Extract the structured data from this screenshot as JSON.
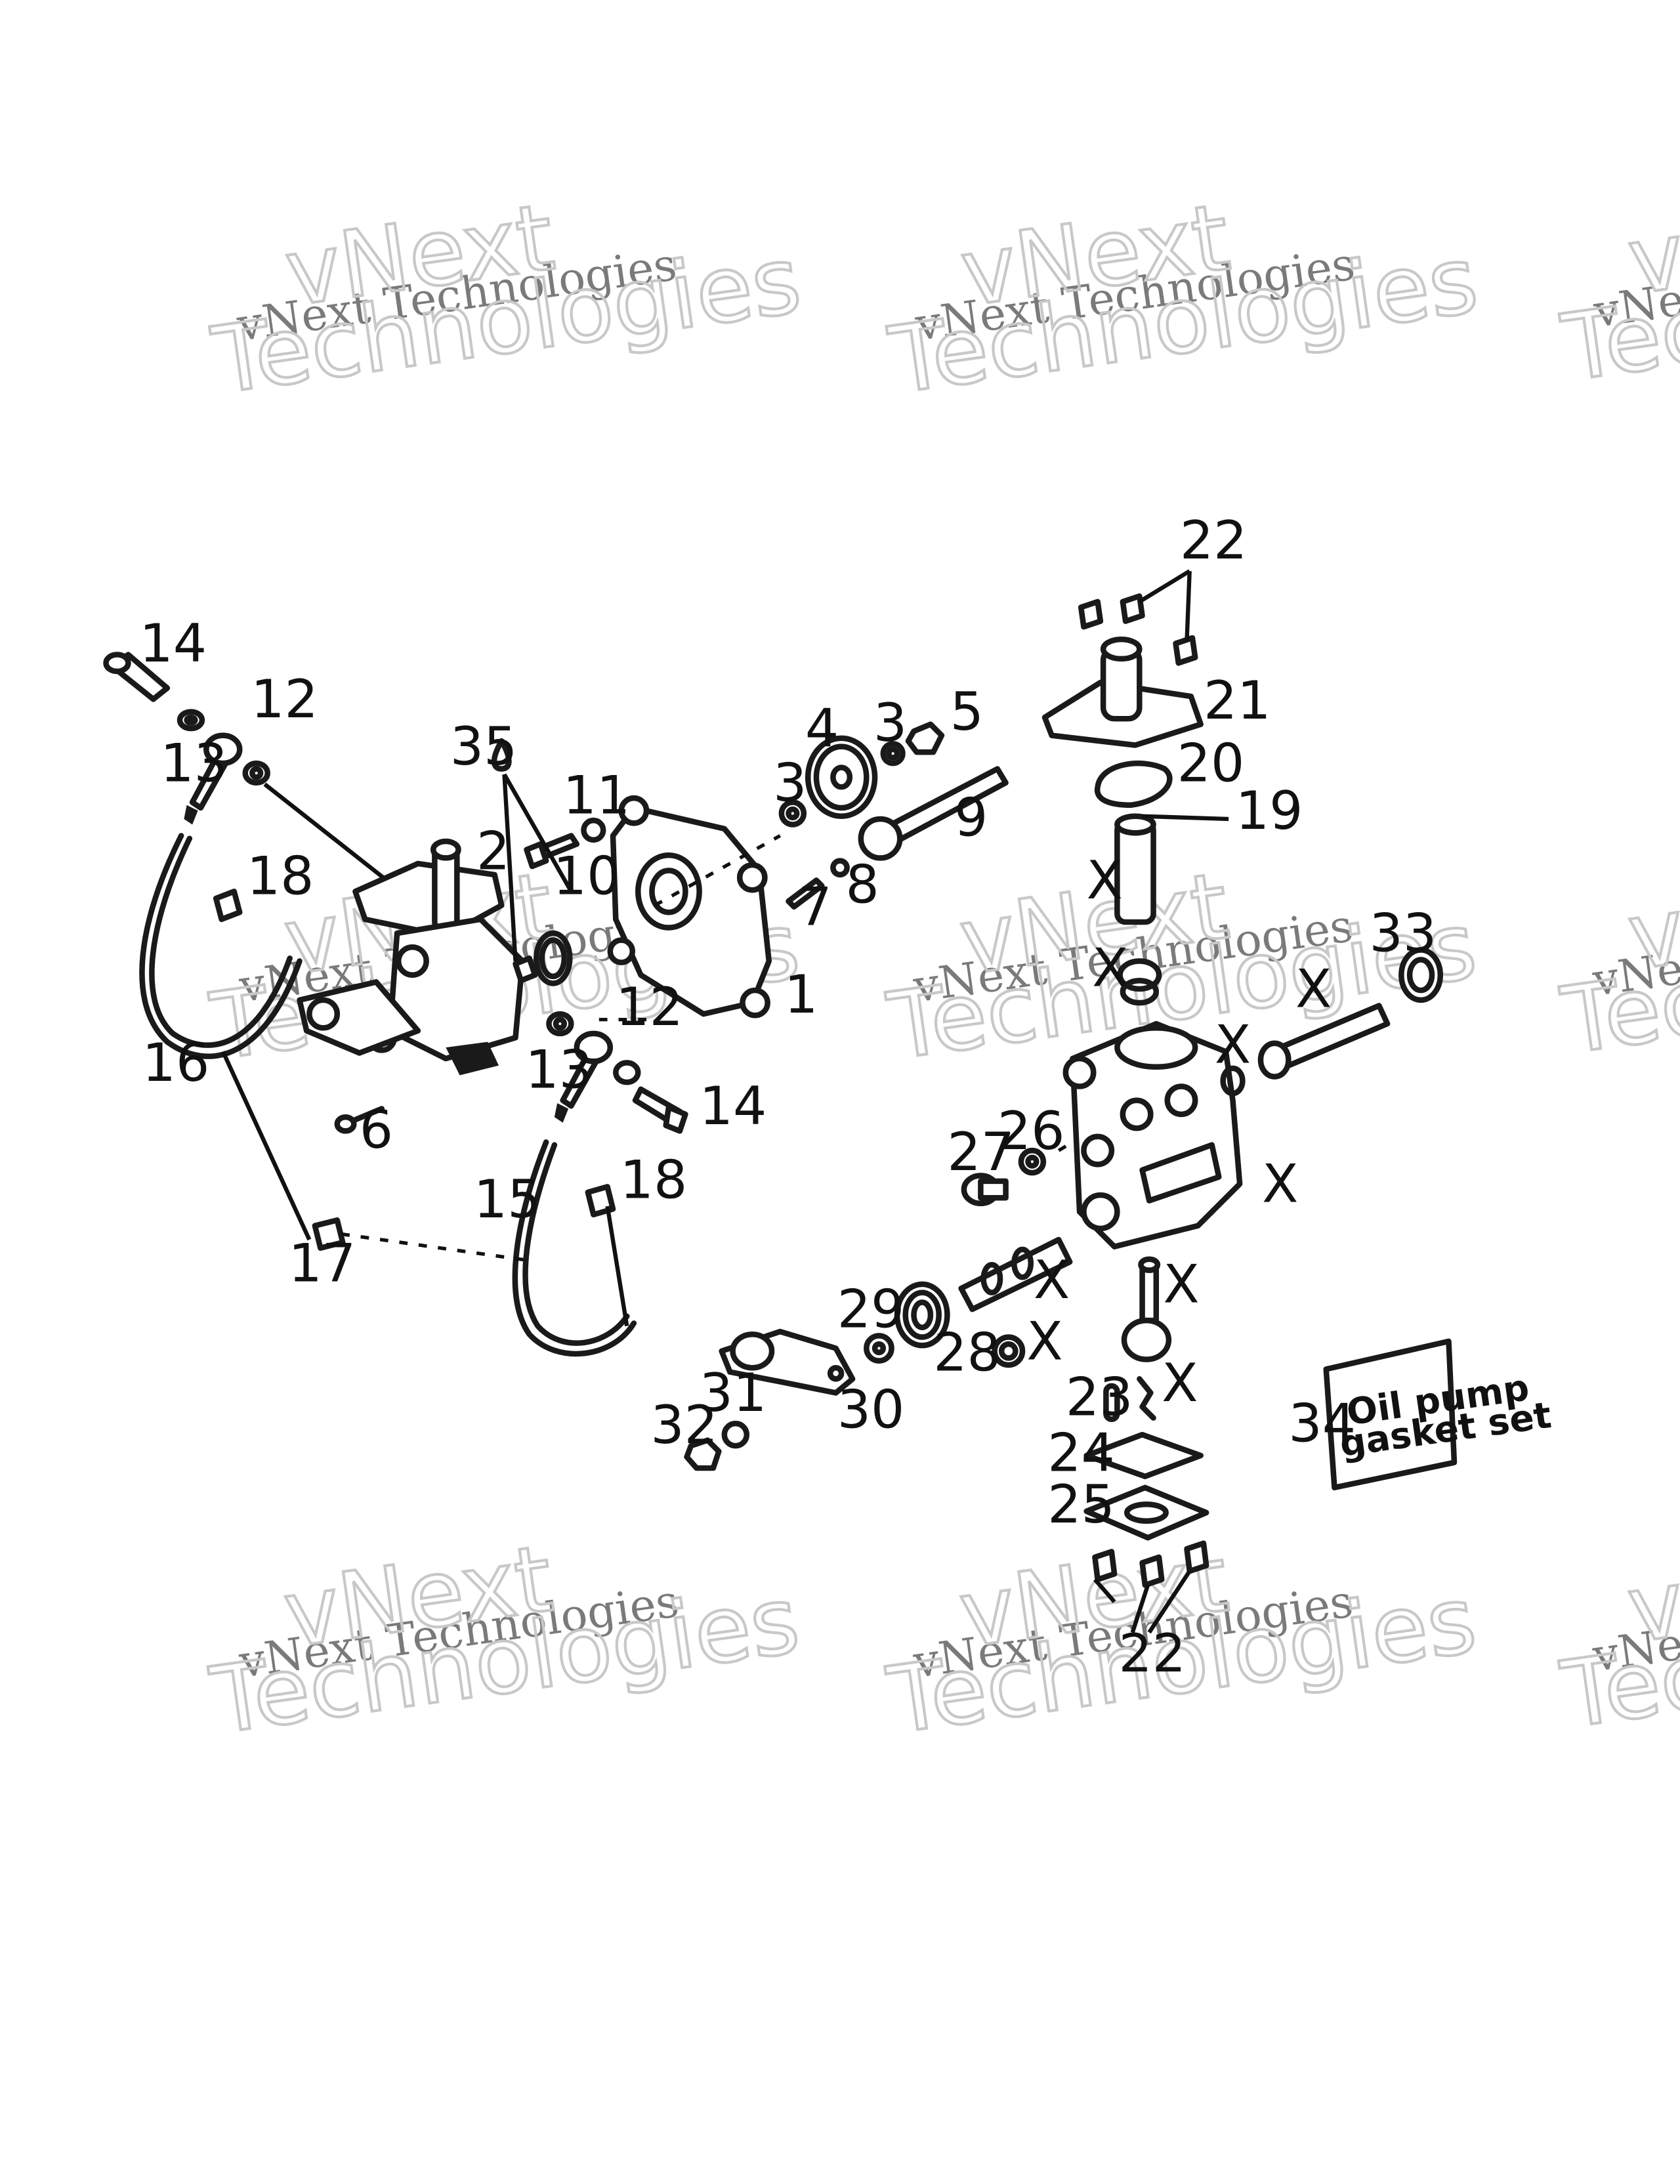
{
  "watermark": {
    "line1": "vNext Technologies",
    "line2": "vNext",
    "line3": "Technologies"
  },
  "kit_card": {
    "line1": "Oil pump",
    "line2": "gasket set"
  },
  "callouts": {
    "c1": "1",
    "c2": "2",
    "c3a": "3",
    "c3b": "3",
    "c4": "4",
    "c5": "5",
    "c6": "6",
    "c7": "7",
    "c8": "8",
    "c9": "9",
    "c10": "10",
    "c11": "11",
    "c12a": "12",
    "c12b": "12",
    "c13a": "13",
    "c13b": "13",
    "c14a": "14",
    "c14b": "14",
    "c15": "15",
    "c16": "16",
    "c17": "17",
    "c18a": "18",
    "c18b": "18",
    "c19": "19",
    "c20": "20",
    "c21": "21",
    "c22a": "22",
    "c22b": "22",
    "c23": "23",
    "c24": "24",
    "c25": "25",
    "c26": "26",
    "c27": "27",
    "c28": "28",
    "c29": "29",
    "c30": "30",
    "c31": "31",
    "c32": "32",
    "c33": "33",
    "c34": "34",
    "c35": "35",
    "x1": "X",
    "x2": "X",
    "x3": "X",
    "x4": "X",
    "x5": "X",
    "x6": "X",
    "x7": "X",
    "x8": "X",
    "x9": "X"
  }
}
